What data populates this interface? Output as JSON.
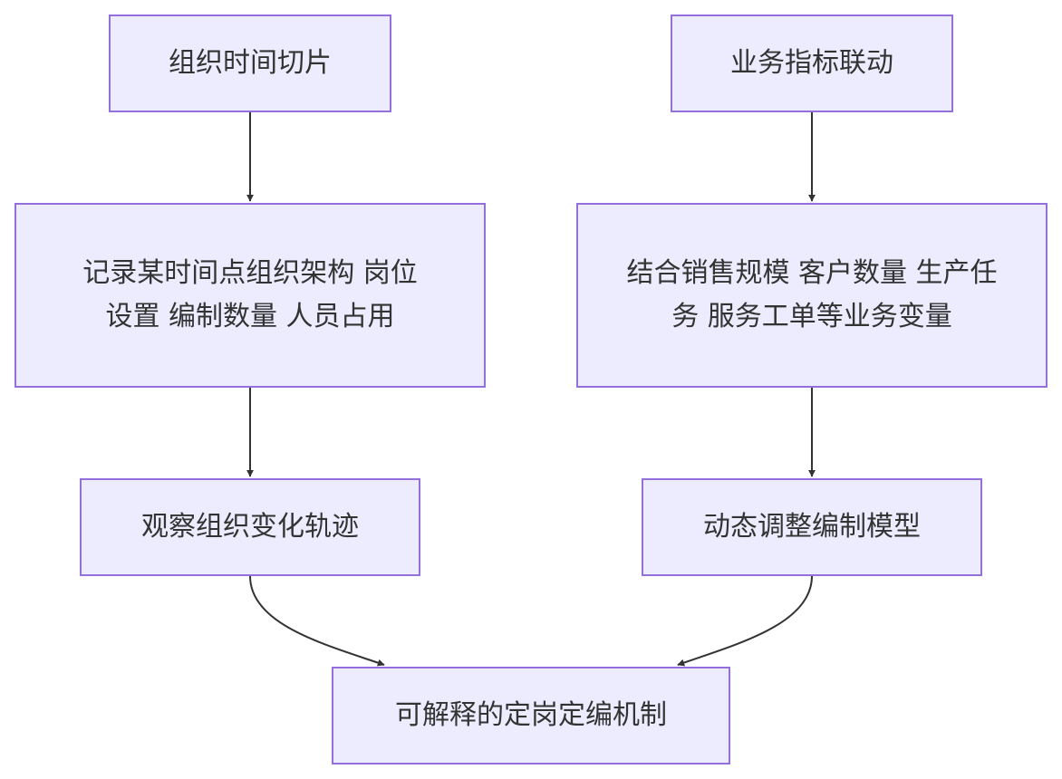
{
  "diagram": {
    "nodes": {
      "org_time_slice": "组织时间切片",
      "business_metrics_link": "业务指标联动",
      "record_org_structure": "记录某时间点组织架构 岗位设置 编制数量 人员占用",
      "combine_business_variables": "结合销售规模 客户数量 生产任务 服务工单等业务变量",
      "observe_org_change": "观察组织变化轨迹",
      "dynamic_adjust_model": "动态调整编制模型",
      "explainable_mechanism": "可解释的定岗定编机制"
    },
    "edges": [
      {
        "from": "org_time_slice",
        "to": "record_org_structure"
      },
      {
        "from": "record_org_structure",
        "to": "observe_org_change"
      },
      {
        "from": "observe_org_change",
        "to": "explainable_mechanism"
      },
      {
        "from": "business_metrics_link",
        "to": "combine_business_variables"
      },
      {
        "from": "combine_business_variables",
        "to": "dynamic_adjust_model"
      },
      {
        "from": "dynamic_adjust_model",
        "to": "explainable_mechanism"
      }
    ],
    "colors": {
      "node_fill": "#ececfe",
      "node_border": "#9370db",
      "edge": "#333333",
      "text": "#333333"
    }
  }
}
